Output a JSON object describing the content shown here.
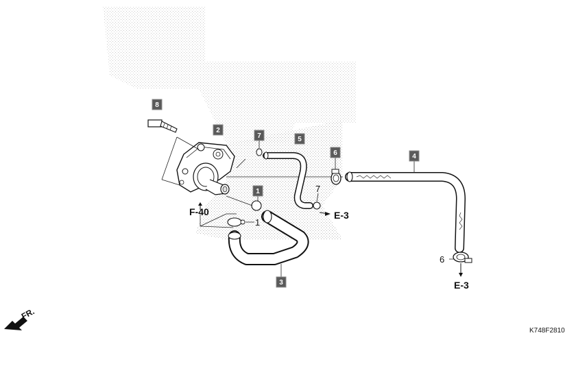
{
  "callouts": {
    "part1": "1",
    "part2": "2",
    "part3": "3",
    "part4": "4",
    "part5": "5",
    "part6": "6",
    "part7": "7",
    "part8": "8"
  },
  "plain_labels": {
    "label1": "1",
    "label6": "6",
    "label7": "7"
  },
  "references": {
    "f40": "F-40",
    "e3_upper": "E-3",
    "e3_lower": "E-3"
  },
  "front_indicator": "FR.",
  "diagram_code": "K748F2810",
  "icons": {
    "front_arrow": "front-direction-arrow-icon",
    "ref_arrow": "reference-arrow-icon"
  }
}
